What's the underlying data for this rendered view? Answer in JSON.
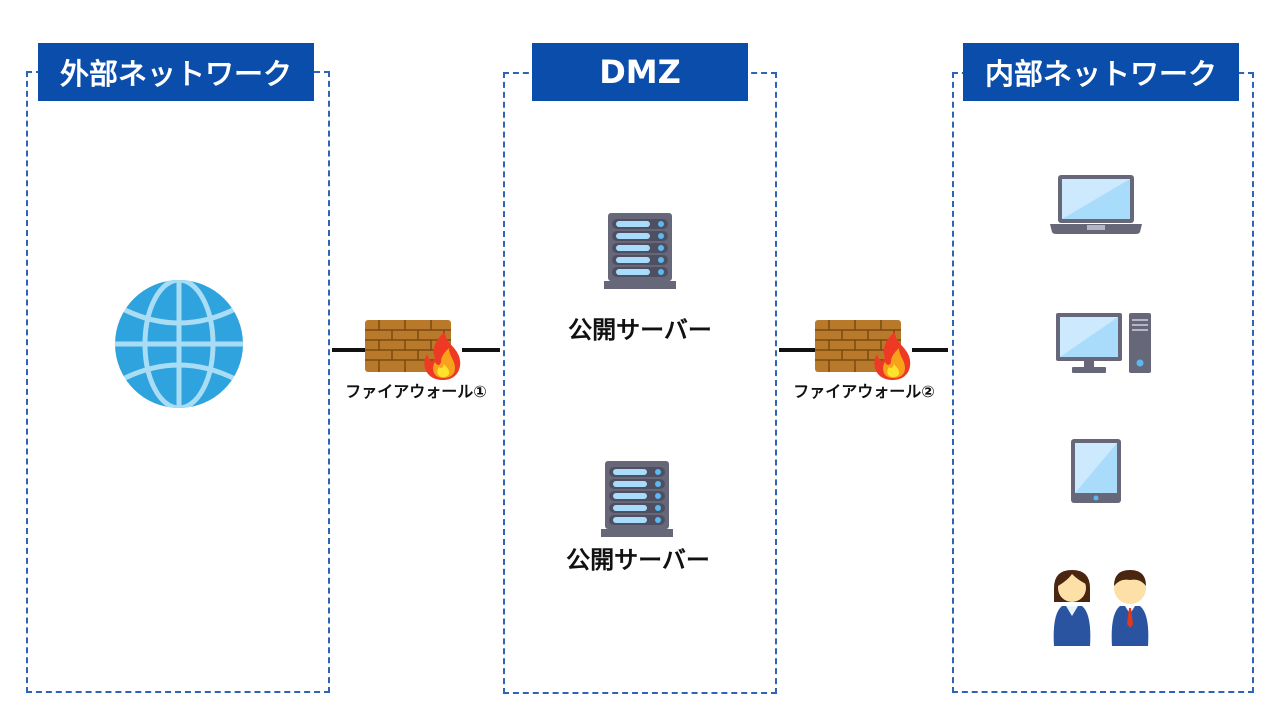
{
  "zones": {
    "external": {
      "title": "外部ネットワーク",
      "icon": "globe-icon"
    },
    "dmz": {
      "title": "DMZ",
      "servers": [
        {
          "label": "公開サーバー",
          "icon": "server-icon"
        },
        {
          "label": "公開サーバー",
          "icon": "server-icon"
        }
      ]
    },
    "internal": {
      "title": "内部ネットワーク",
      "devices": [
        "laptop-icon",
        "desktop-pc-icon",
        "tablet-icon",
        "users-icon"
      ]
    }
  },
  "firewalls": [
    {
      "label": "ファイアウォール①",
      "icon": "firewall-icon"
    },
    {
      "label": "ファイアウォール②",
      "icon": "firewall-icon"
    }
  ],
  "colors": {
    "title_bg": "#0a4daa",
    "border": "#2e63b8",
    "globe": "#2ea3dd",
    "globe_lines": "#a9dcf5",
    "device_frame": "#67677a",
    "screen": "#a9dcfb",
    "brick": "#b87a2a"
  }
}
